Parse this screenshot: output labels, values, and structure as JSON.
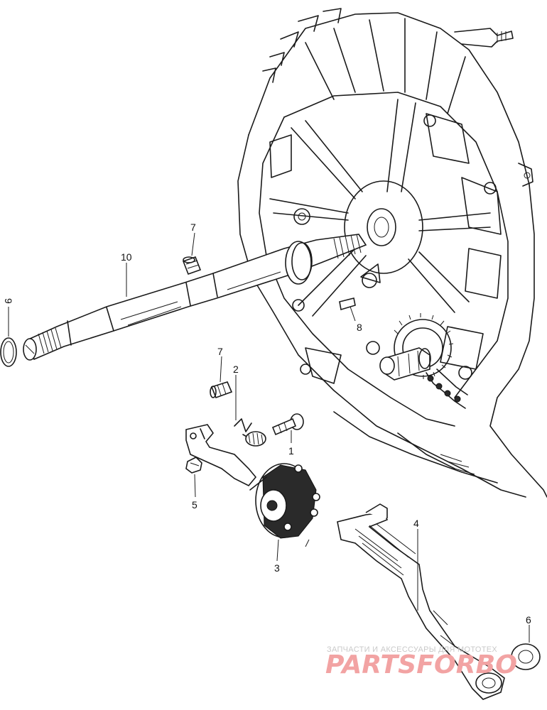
{
  "diagram": {
    "callouts": {
      "p1": "1",
      "p2": "2",
      "p3": "3",
      "p4": "4",
      "p5": "5",
      "p6": "6",
      "p7a": "7",
      "p7b": "7",
      "p8": "8",
      "p9": "9",
      "p10": "10"
    }
  },
  "watermark": {
    "tagline": "ЗАПЧАСТИ И АКСЕССУАРЫ ДЛЯ МОТОТЕХ",
    "logo": "PARTSFORBO",
    "colors": {
      "tagline": "#c9c9c9",
      "logo": "#f2a3a3"
    }
  }
}
